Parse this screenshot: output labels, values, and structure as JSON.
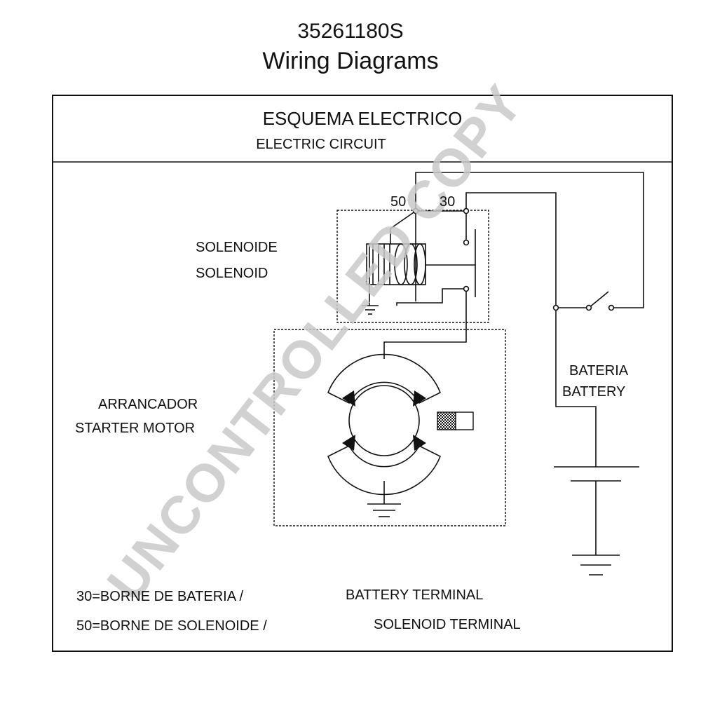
{
  "header": {
    "part_number": "35261180S",
    "title": "Wiring Diagrams"
  },
  "box_header": {
    "spanish": "ESQUEMA ELECTRICO",
    "english": "ELECTRIC CIRCUIT"
  },
  "terminals": {
    "t50": "50",
    "t30": "30"
  },
  "components": {
    "solenoid_es": "SOLENOIDE",
    "solenoid_en": "SOLENOID",
    "starter_es": "ARRANCADOR",
    "starter_en": "STARTER MOTOR",
    "battery_es": "BATERIA",
    "battery_en": "BATTERY"
  },
  "legend": {
    "line1_es": "30=BORNE DE BATERIA /",
    "line1_en": "BATTERY TERMINAL",
    "line2_es": "50=BORNE DE SOLENOIDE /",
    "line2_en": "SOLENOID TERMINAL"
  },
  "watermark": "UNCONTROLLED COPY",
  "colors": {
    "line": "#111111",
    "watermark": "#c9c9c9"
  }
}
